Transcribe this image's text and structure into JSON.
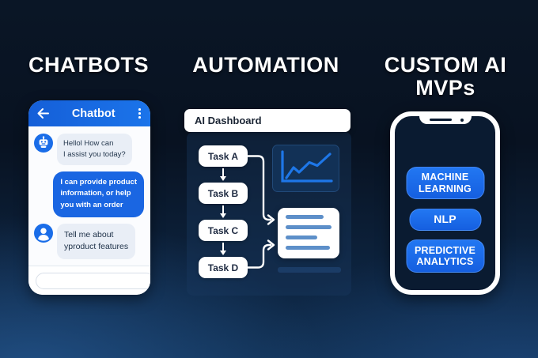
{
  "colors": {
    "background_top": "#081221",
    "background_bottom": "#123256",
    "accent_blue": "#1a6de8",
    "outgoing_bubble_blue": "#1a66e2",
    "incoming_bubble_gray": "#e9eef6",
    "chart_line_blue": "#1e77e8",
    "list_bar_blue": "#5d8fc9",
    "card_white": "#ffffff"
  },
  "sections": {
    "chatbots": {
      "title": "CHATBOTS",
      "phone": {
        "header": {
          "title": "Chatbot",
          "back_icon": "back-arrow",
          "menu_icon": "kebab-menu"
        },
        "messages": [
          {
            "sender": "bot",
            "avatar_icon": "robot",
            "text": "Hellol How can\nI assist you today?"
          },
          {
            "sender": "outgoing",
            "text": "I can provide product\ninformation, or help\nyou with an order"
          },
          {
            "sender": "user",
            "avatar_icon": "person",
            "text": "Tell me about\nyproduct features"
          }
        ],
        "input": {
          "value": "",
          "placeholder": ""
        },
        "send_icon": "paper-plane"
      }
    },
    "automation": {
      "title": "AUTOMATION",
      "dashboard": {
        "header_title": "AI Dashboard",
        "tasks": [
          "Task A",
          "Task B",
          "Task C",
          "Task D"
        ],
        "chart": {
          "type": "line",
          "trend": "upward",
          "line_color": "#1e77e8"
        },
        "document_card": {
          "line_count": 4
        }
      }
    },
    "custom_ai": {
      "title": "CUSTOM AI\nMVPs",
      "phone_buttons": [
        "MACHINE\nLEARNING",
        "NLP",
        "PREDICTIVE\nANALYTICS"
      ]
    }
  }
}
